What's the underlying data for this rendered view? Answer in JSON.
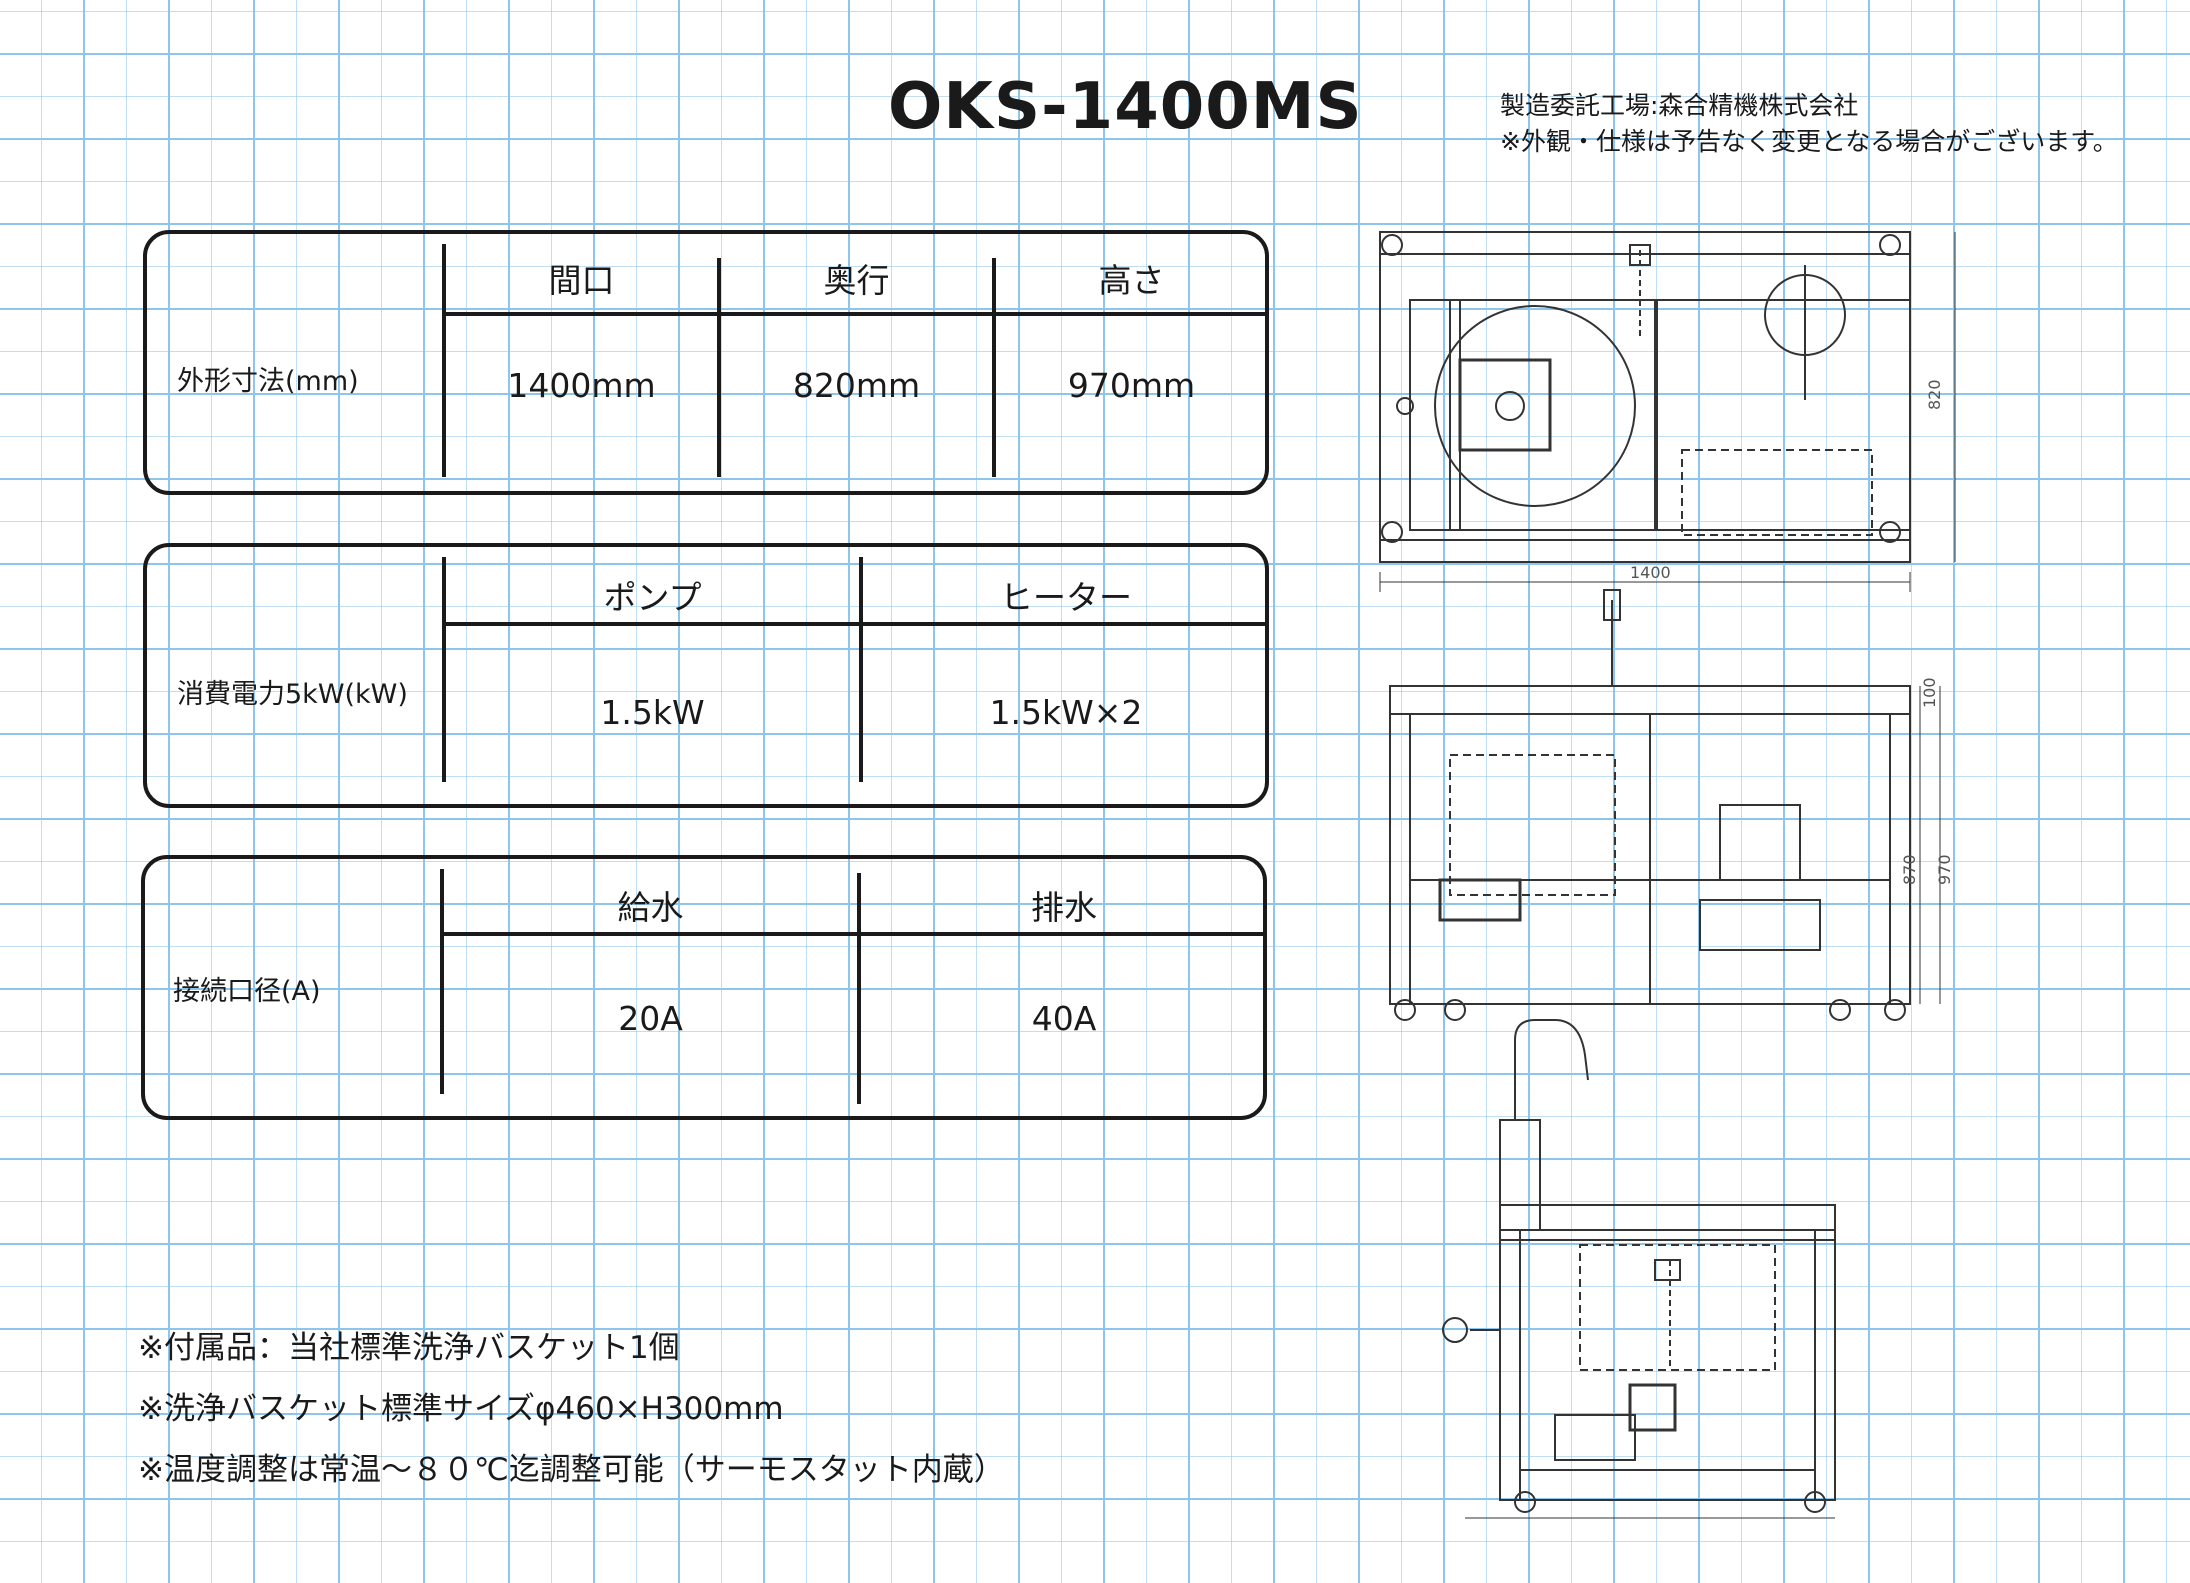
{
  "title": "OKS-1400MS",
  "notes_top": [
    "製造委託工場:森合精機株式会社",
    "※外観・仕様は予告なく変更となる場合がございます。"
  ],
  "specs": {
    "dimensions": {
      "label": "外形寸法(mm)",
      "headers": [
        "間口",
        "奥行",
        "高さ"
      ],
      "values": [
        "1400mm",
        "820mm",
        "970mm"
      ]
    },
    "power": {
      "label": "消費電力5kW(kW)",
      "headers": [
        "ポンプ",
        "ヒーター"
      ],
      "values": [
        "1.5kW",
        "1.5kW×2"
      ]
    },
    "connection": {
      "label": "接続口径(A)",
      "headers": [
        "給水",
        "排水"
      ],
      "values": [
        "20A",
        "40A"
      ]
    }
  },
  "notes_bottom": [
    "※付属品：当社標準洗浄バスケット1個",
    "※洗浄バスケット標準サイズφ460×H300mm",
    "※温度調整は常温～８０℃迄調整可能（サーモスタット内蔵）"
  ],
  "drawing_labels": {
    "depth": "820",
    "width": "1400",
    "top_h": "100",
    "mid_h": "870",
    "total_h": "970"
  }
}
